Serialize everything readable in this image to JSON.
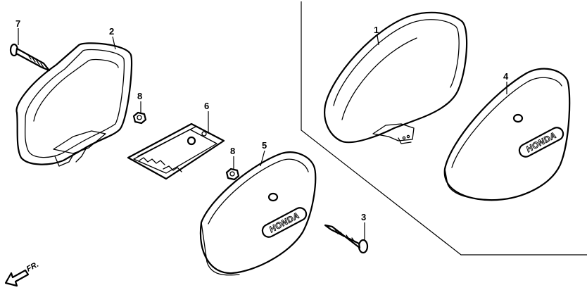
{
  "callouts": {
    "c1": "1",
    "c2": "2",
    "c3": "3",
    "c4": "4",
    "c5": "5",
    "c6": "6",
    "c7": "7",
    "c8a": "8",
    "c8b": "8"
  },
  "emblems": {
    "right_cover": "HONDA",
    "center_cover": "HONDA"
  },
  "direction_indicator": {
    "label": "FR."
  }
}
